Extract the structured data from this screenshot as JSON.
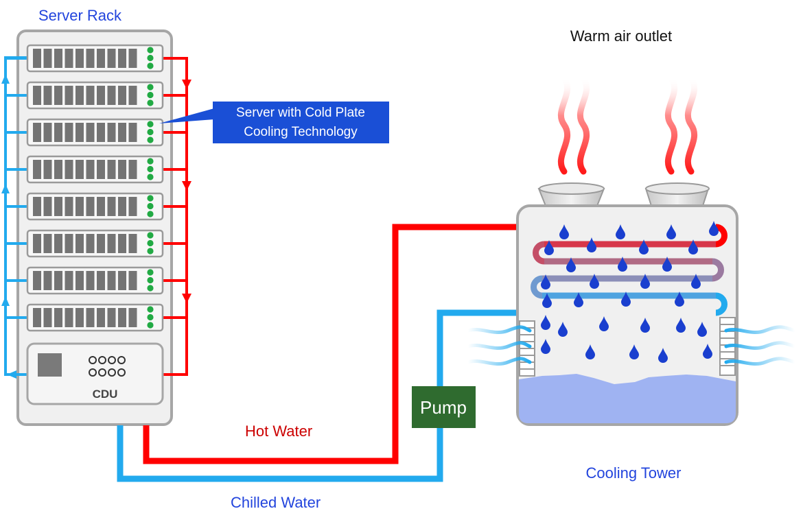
{
  "labels": {
    "server_rack": "Server Rack",
    "server_callout_line1": "Server with Cold Plate",
    "server_callout_line2": "Cooling Technology",
    "cdu": "CDU",
    "warm_air_outlet": "Warm air outlet",
    "pump": "Pump",
    "hot_water": "Hot Water",
    "chilled_water": "Chilled Water",
    "cooling_tower": "Cooling Tower"
  },
  "colors": {
    "hot": "#ff0000",
    "cold": "#22aaee",
    "label_blue": "#2244dd",
    "label_red": "#cc0000",
    "callout_bg": "#1a4fd6",
    "pump_bg": "#2f6b2f",
    "server_led": "#22aa44",
    "droplet": "#1a3fcf",
    "basin_water": "#9fb3f2"
  },
  "icons": {
    "cdu_block": "square-icon",
    "cdu_ports": "circle-ports-icon",
    "droplet": "water-droplet-icon",
    "steam": "heat-wave-icon",
    "air_intake": "air-wave-icon"
  }
}
